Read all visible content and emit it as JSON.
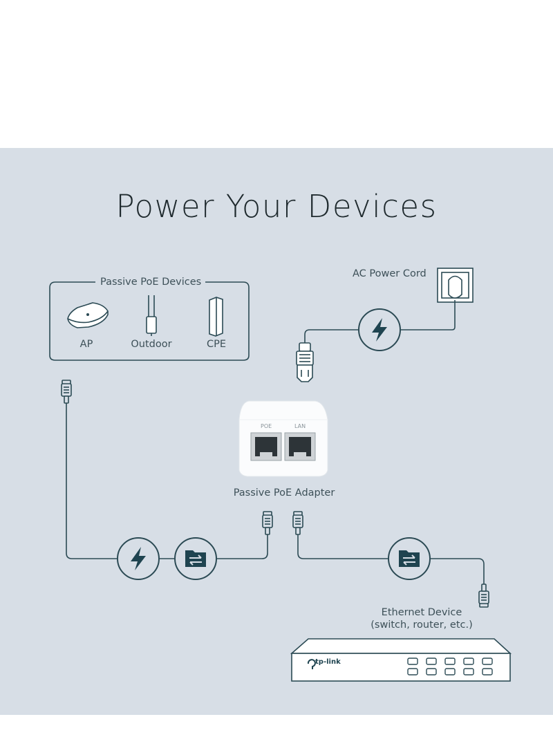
{
  "title": "Power Your Devices",
  "devices_group": {
    "label": "Passive PoE Devices",
    "items": [
      "AP",
      "Outdoor",
      "CPE"
    ]
  },
  "ac_power_cord": "AC Power Cord",
  "adapter": {
    "label": "Passive PoE Adapter",
    "port_poe": "POE",
    "port_lan": "LAN"
  },
  "ethernet_device": {
    "line1": "Ethernet Device",
    "line2": "(switch, router, etc.)",
    "brand": "tp-link"
  },
  "colors": {
    "background": "#d7dee6",
    "line": "#2b4a54",
    "accent": "#1f4450"
  },
  "icons": [
    "power-bolt-icon",
    "data-transfer-icon",
    "rj45-connector-icon",
    "wall-socket-icon",
    "iec-plug-icon"
  ]
}
